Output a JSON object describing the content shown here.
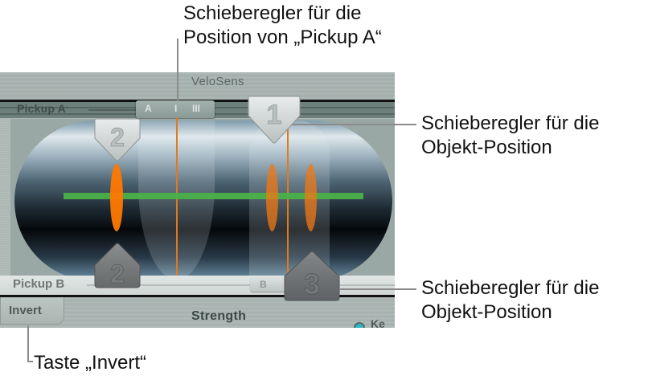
{
  "panel": {
    "top_label": "VeloSens",
    "pickup_a": {
      "label": "Pickup A",
      "handle_marks": [
        "A",
        "I",
        "III"
      ]
    },
    "pickup_b": {
      "label": "Pickup B",
      "handle_mark": "B"
    },
    "objects": [
      {
        "id": "object-1",
        "number": "1",
        "style": "light",
        "position": "top"
      },
      {
        "id": "object-2-top",
        "number": "2",
        "style": "light",
        "position": "top"
      },
      {
        "id": "object-2-bottom",
        "number": "2",
        "style": "dark",
        "position": "bottom"
      },
      {
        "id": "object-3",
        "number": "3",
        "style": "dark",
        "position": "bottom"
      }
    ],
    "invert_button": "Invert",
    "strength_label": "Strength",
    "key_label": "Ke",
    "colors": {
      "string": "#4bb04a",
      "vibration": "#ff7800",
      "position_line": "#e07a1e",
      "key_indicator": "#2fb6c8"
    }
  },
  "callouts": {
    "pickup_a_slider": [
      "Schieberegler für die",
      "Position von „Pickup A“"
    ],
    "object_slider_top": [
      "Schieberegler für die",
      "Objekt-Position"
    ],
    "object_slider_bottom": [
      "Schieberegler für die",
      "Objekt-Position"
    ],
    "invert_button": [
      "Taste „Invert“"
    ]
  }
}
